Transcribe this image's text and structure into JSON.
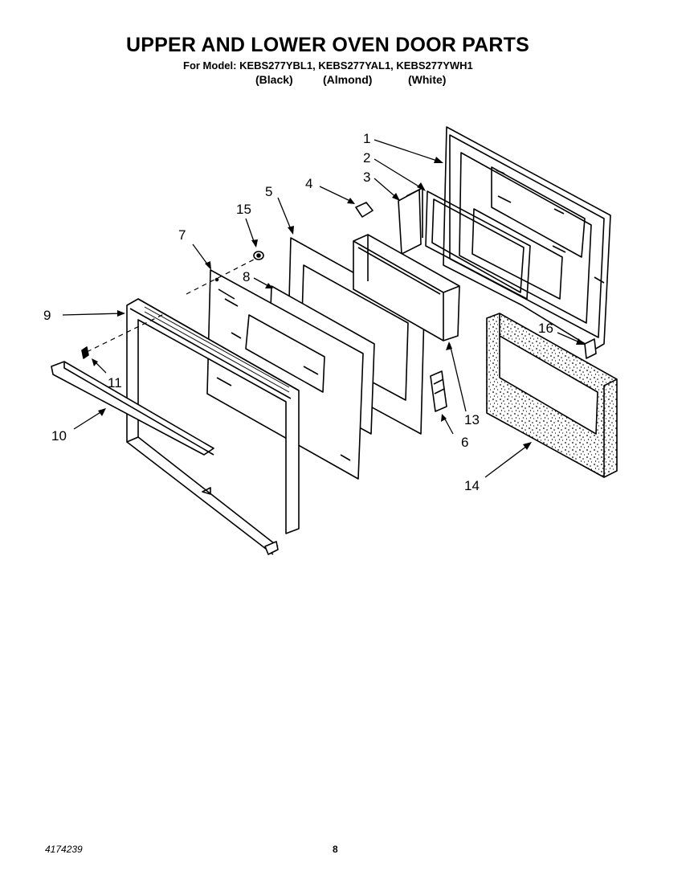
{
  "header": {
    "title": "UPPER AND LOWER OVEN DOOR PARTS",
    "model_prefix": "For Model:",
    "models": "KEBS277YBL1, KEBS277YAL1, KEBS277YWH1",
    "colors": [
      "(Black)",
      "(Almond)",
      "(White)"
    ]
  },
  "callouts": {
    "c1": "1",
    "c2": "2",
    "c3": "3",
    "c4": "4",
    "c5": "5",
    "c6": "6",
    "c7": "7",
    "c8": "8",
    "c9": "9",
    "c10": "10",
    "c11": "11",
    "c13": "13",
    "c14": "14",
    "c15": "15",
    "c16": "16"
  },
  "footer": {
    "doc_number": "4174239",
    "page_number": "8"
  }
}
